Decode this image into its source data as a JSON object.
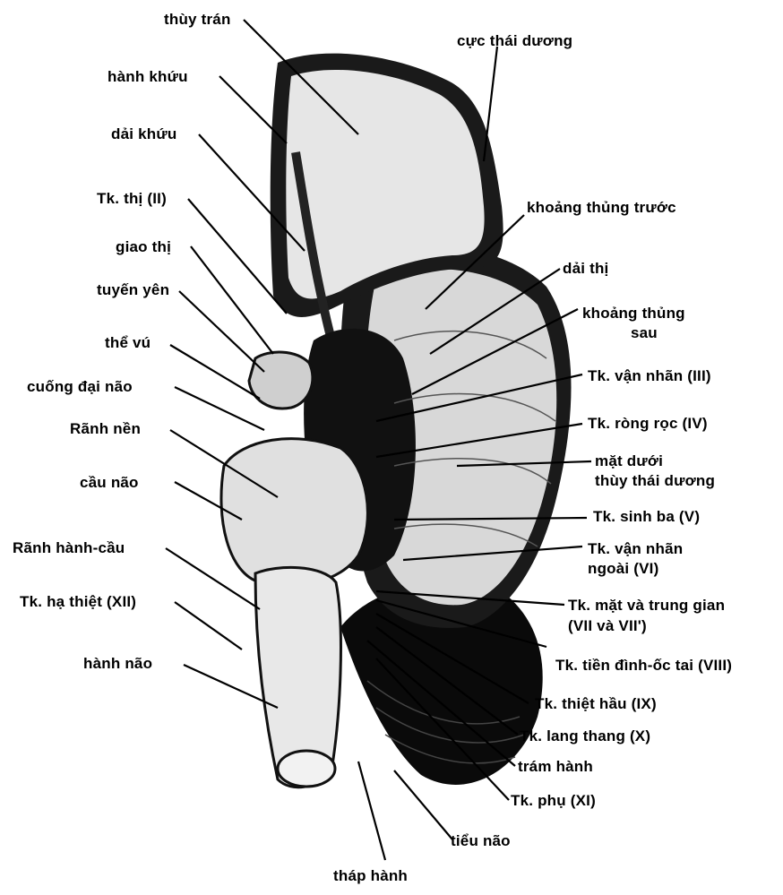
{
  "labels": {
    "thuy_tran": "thùy trán",
    "hanh_khuu": "hành khứu",
    "dai_khuu": "dải khứu",
    "tk_thi": "Tk. thị (II)",
    "giao_thi": "giao thị",
    "tuyen_yen": "tuyến yên",
    "the_vu": "thể vú",
    "cuong_dai_nao": "cuống đại não",
    "ranh_nen": "Rãnh nền",
    "cau_nao": "cầu não",
    "ranh_hanh_cau": "Rãnh hành-cầu",
    "tk_ha_thiet": "Tk. hạ thiệt (XII)",
    "hanh_nao": "hành não",
    "thap_hanh": "tháp hành",
    "cuc_thai_duong": "cực thái dương",
    "khoang_thung_truoc": "khoảng thủng trước",
    "dai_thi": "dải thị",
    "khoang_thung_sau_1": "khoảng thủng",
    "khoang_thung_sau_2": "sau",
    "tk_van_nhan": "Tk. vận nhãn (III)",
    "tk_rong_roc": "Tk. ròng rọc (IV)",
    "mat_duoi_1": "mặt dưới",
    "mat_duoi_2": "thùy thái dương",
    "tk_sinh_ba": "Tk. sinh ba (V)",
    "tk_van_nhan_ngoai_1": "Tk. vận nhãn",
    "tk_van_nhan_ngoai_2": "ngoài (VI)",
    "tk_mat_1": "Tk. mặt và trung gian",
    "tk_mat_2": "(VII và VII')",
    "tk_tien_dinh": "Tk. tiền đình-ốc tai (VIII)",
    "tk_thiet_hau": "Tk. thiệt hầu (IX)",
    "tk_lang_thang": "Tk. lang thang (X)",
    "tram_hanh": "trám hành",
    "tk_phu": "Tk. phụ (XI)",
    "tieu_nao": "tiểu não"
  }
}
